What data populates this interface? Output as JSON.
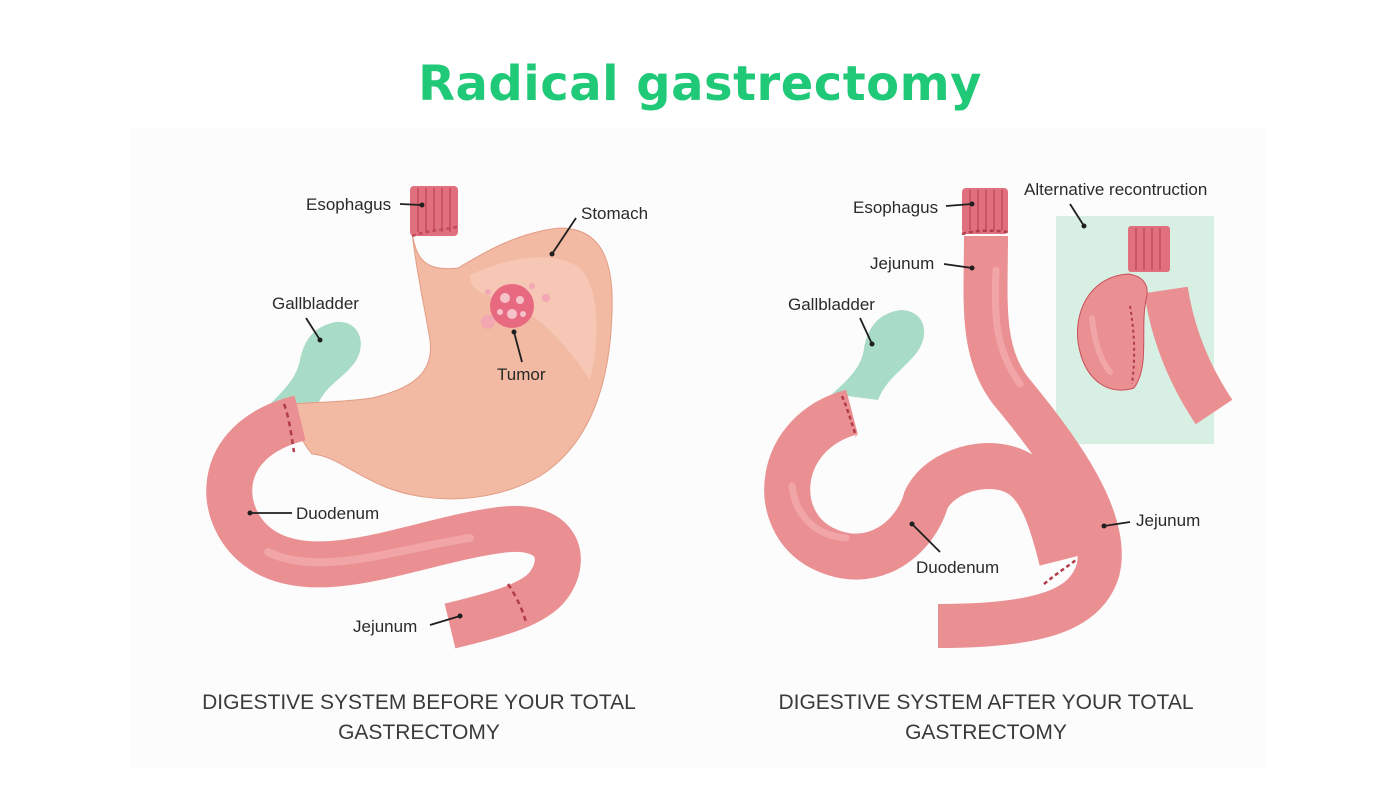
{
  "title": "Radical gastrectomy",
  "colors": {
    "title": "#1fc977",
    "stomach": "#f2b9a3",
    "stomach_light": "#f8cdbb",
    "intestine": "#ea8f92",
    "intestine_light": "#f3aaab",
    "intestine_edge": "#c8505a",
    "gallbladder": "#a9dcc6",
    "tumor": "#e86a80",
    "inset_bg": "#d8f0e3"
  },
  "before": {
    "labels": {
      "esophagus": "Esophagus",
      "stomach": "Stomach",
      "gallbladder": "Gallbladder",
      "tumor": "Tumor",
      "duodenum": "Duodenum",
      "jejunum": "Jejunum"
    },
    "caption_line1": "DIGESTIVE SYSTEM BEFORE YOUR TOTAL",
    "caption_line2": "GASTRECTOMY"
  },
  "after": {
    "labels": {
      "esophagus": "Esophagus",
      "jejunum_top": "Jejunum",
      "gallbladder": "Gallbladder",
      "alternative": "Alternative recontruction",
      "jejunum_right": "Jejunum",
      "duodenum": "Duodenum"
    },
    "caption_line1": "DIGESTIVE SYSTEM AFTER YOUR TOTAL",
    "caption_line2": "GASTRECTOMY"
  }
}
